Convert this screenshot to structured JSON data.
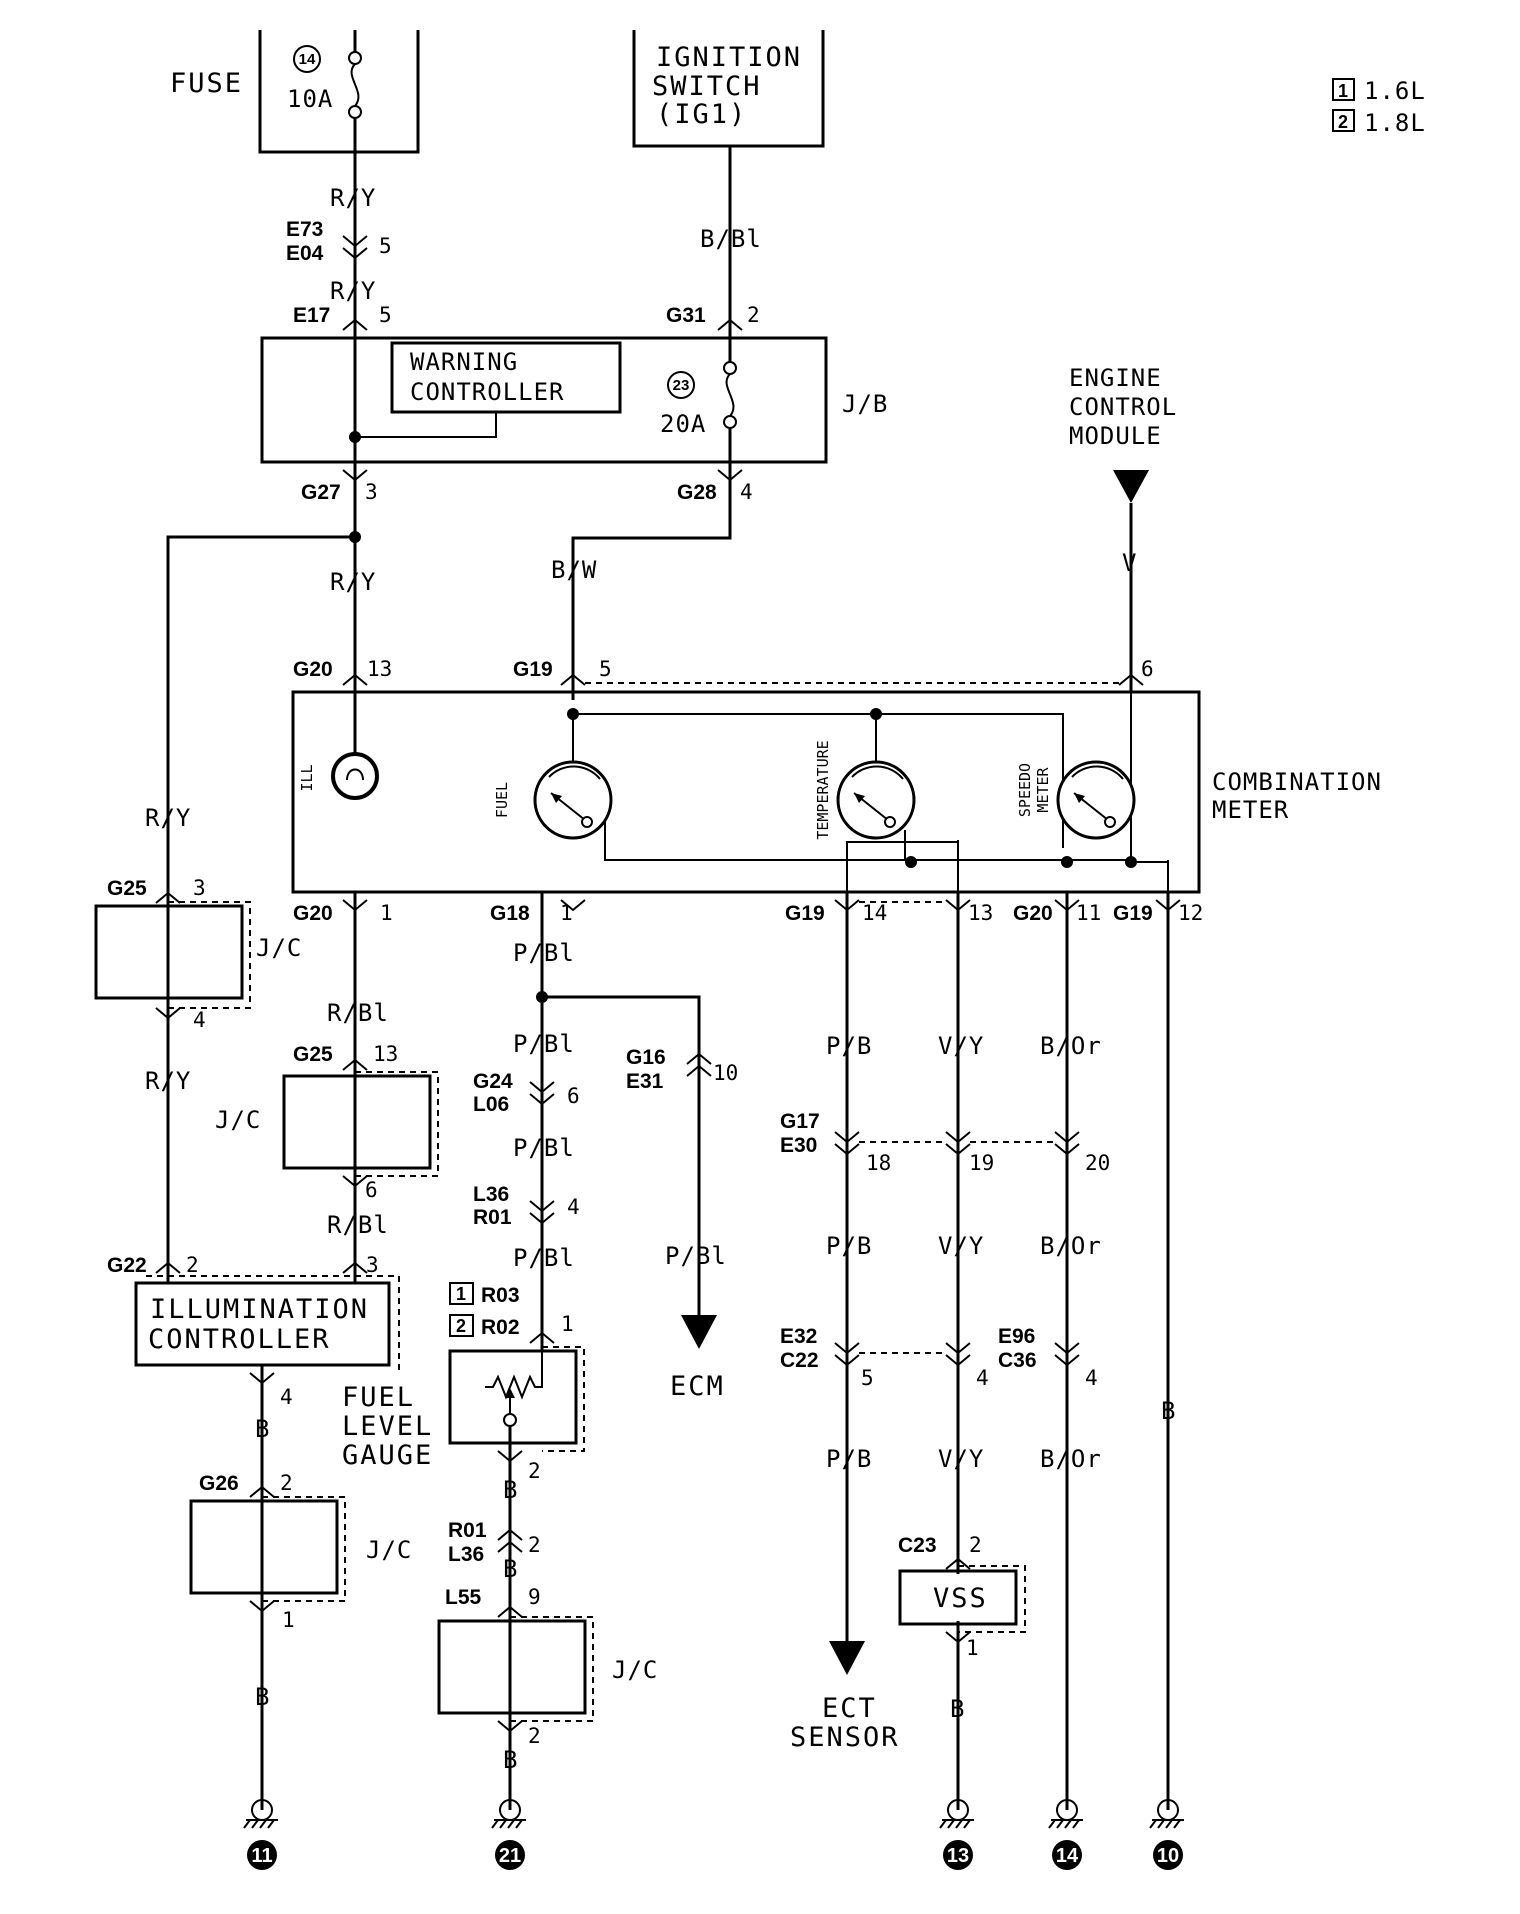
{
  "labels": {
    "fuse": "FUSE",
    "fuse_no": "14",
    "fuse_amp": "10A",
    "ign_line1": "IGNITION",
    "ign_line2": "SWITCH",
    "ign_line3": "(IG1)",
    "warn_line1": "WARNING",
    "warn_line2": "CONTROLLER",
    "fuse2_no": "23",
    "fuse2_amp": "20A",
    "jb": "J/B",
    "ecm_line1": "ENGINE",
    "ecm_line2": "CONTROL",
    "ecm_line3": "MODULE",
    "combo_line1": "COMBINATION",
    "combo_line2": "METER",
    "ill": "ILL",
    "fuel": "FUEL",
    "temp": "TEMPERATURE",
    "speedo1": "SPEEDO",
    "speedo2": "METER",
    "jc": "J/C",
    "illum_line1": "ILLUMINATION",
    "illum_line2": "CONTROLLER",
    "gauge_line1": "FUEL",
    "gauge_line2": "LEVEL",
    "gauge_line3": "GAUGE",
    "ecm": "ECM",
    "ect_line1": "ECT",
    "ect_line2": "SENSOR",
    "vss": "VSS"
  },
  "legend": [
    {
      "num": "1",
      "text": "1.6L"
    },
    {
      "num": "2",
      "text": "1.8L"
    }
  ],
  "variants": {
    "r03_num": "1",
    "r03": "R03",
    "r02_num": "2",
    "r02": "R02"
  },
  "wires": {
    "ry": "R/Y",
    "bbl": "B/Bl",
    "bw": "B/W",
    "v": "V",
    "rbl": "R/Bl",
    "pbl": "P/Bl",
    "pb": "P/B",
    "vy": "V/Y",
    "bor": "B/Or",
    "b": "B"
  },
  "connectors": {
    "e73": "E73",
    "e04": "E04",
    "e17": "E17",
    "g31": "G31",
    "g27": "G27",
    "g28": "G28",
    "g20": "G20",
    "g19": "G19",
    "g25": "G25",
    "g18": "G18",
    "g16": "G16",
    "e31": "E31",
    "g24": "G24",
    "l06": "L06",
    "l36": "L36",
    "r01": "R01",
    "g22": "G22",
    "g26": "G26",
    "l55": "L55",
    "g17": "G17",
    "e30": "E30",
    "e32": "E32",
    "c22": "C22",
    "e96": "E96",
    "c36": "C36",
    "c23": "C23"
  },
  "pins": {
    "p1": "1",
    "p2": "2",
    "p3": "3",
    "p4": "4",
    "p5": "5",
    "p6": "6",
    "p9": "9",
    "p10": "10",
    "p11": "11",
    "p12": "12",
    "p13": "13",
    "p14": "14",
    "p18": "18",
    "p19": "19",
    "p20": "20"
  },
  "grounds": [
    "11",
    "21",
    "13",
    "14",
    "10"
  ]
}
